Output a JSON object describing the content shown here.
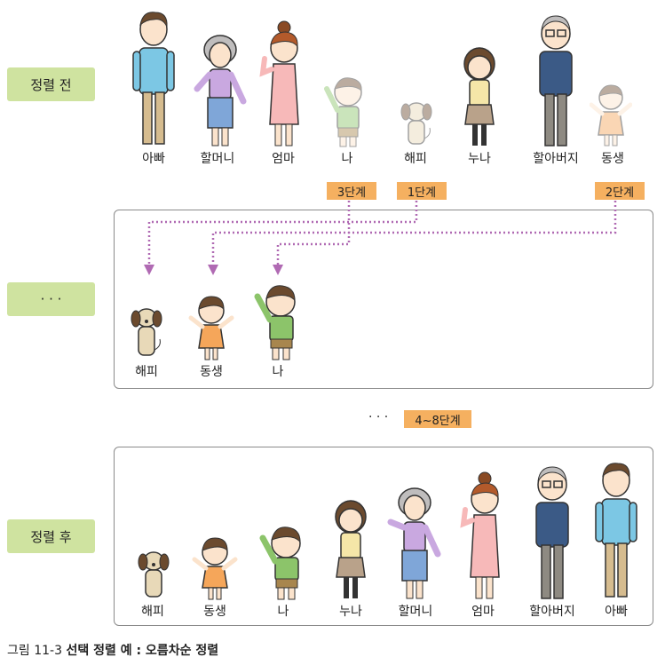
{
  "rows": {
    "before": "정렬 전",
    "middle": "· · ·",
    "after": "정렬 후"
  },
  "before_names": [
    "아빠",
    "할머니",
    "엄마",
    "나",
    "해피",
    "누나",
    "할아버지",
    "동생"
  ],
  "step_tags": {
    "step3": "3단계",
    "step1": "1단계",
    "step2": "2단계"
  },
  "middle_names": [
    "해피",
    "동생",
    "나"
  ],
  "between": {
    "dots": "· · ·",
    "tag": "4~8단계"
  },
  "after_names": [
    "해피",
    "동생",
    "나",
    "누나",
    "할머니",
    "엄마",
    "할아버지",
    "아빠"
  ],
  "caption": {
    "number": "그림 11-3",
    "title": "선택 정렬 예 : 오름차순 정렬"
  },
  "colors": {
    "label_bg": "#cfe3a0",
    "tag_bg": "#f5b060",
    "arrow": "#b06ab3",
    "panel_border": "#8a8a8a"
  }
}
